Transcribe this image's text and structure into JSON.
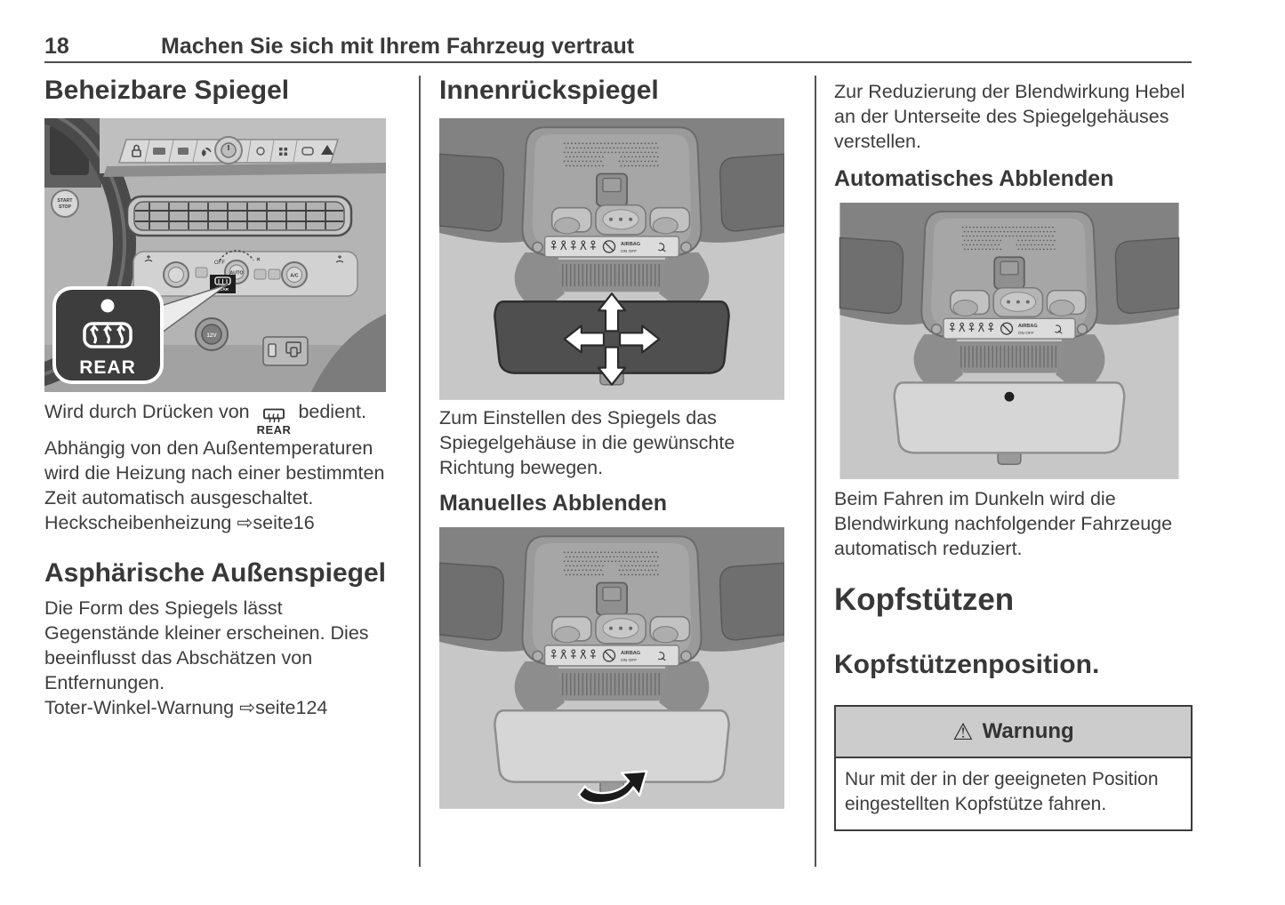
{
  "page": {
    "number": "18",
    "header_title": "Machen Sie sich mit Ihrem Fahrzeug vertraut"
  },
  "icons": {
    "warning_triangle": "⚠",
    "arrow_right": "⇨"
  },
  "col1": {
    "heading": "Beheizbare Spiegel",
    "para1_before": "Wird durch Drücken von",
    "para1_after": "bedient. Abhängig von den Außentemperaturen wird die Heizung nach einer bestimmten Zeit automatisch ausgeschaltet.",
    "link1_text": "Heckscheibenheizung",
    "link1_arrow": "⇨",
    "link1_page": "seite16",
    "heading2": "Asphärische Außenspiegel",
    "para2": "Die Form des Spiegels lässt Gegenstände kleiner erscheinen. Dies beeinflusst das Abschätzen von Entfernungen.",
    "link2_text": "Toter-Winkel-Warnung",
    "link2_arrow": "⇨",
    "link2_page": "seite124"
  },
  "col2": {
    "heading": "Innenrückspiegel",
    "para1": "Zum Einstellen des Spiegels das Spiegelgehäuse in die gewünschte Richtung bewegen.",
    "heading2": "Manuelles Abblenden"
  },
  "col3": {
    "para1": "Zur Reduzierung der Blendwirkung Hebel an der Unterseite des Spiegelgehäuses verstellen.",
    "heading1": "Automatisches Abblenden",
    "para2": "Beim Fahren im Dunkeln wird die Blendwirkung nachfolgender Fahrzeuge automatisch reduziert.",
    "heading2": "Kopfstützen",
    "heading3": "Kopfstützenposition.",
    "warning_title": "Warnung",
    "warning_text": "Nur mit der in der geeigneten Position eingestellten Kopfstütze fahren."
  },
  "figures": {
    "dashboard": {
      "callout_label": "REAR",
      "button_label": "REAR",
      "socket_label": "12V",
      "auto_knob_label": "AUTO",
      "ac_knob_label": "A/C",
      "off_label": "OFF",
      "start_label": "START",
      "stop_label": "STOP"
    },
    "mirror": {
      "airbag_label": "AIRBAG",
      "on_label": "ON",
      "off_label": "OFF"
    }
  }
}
